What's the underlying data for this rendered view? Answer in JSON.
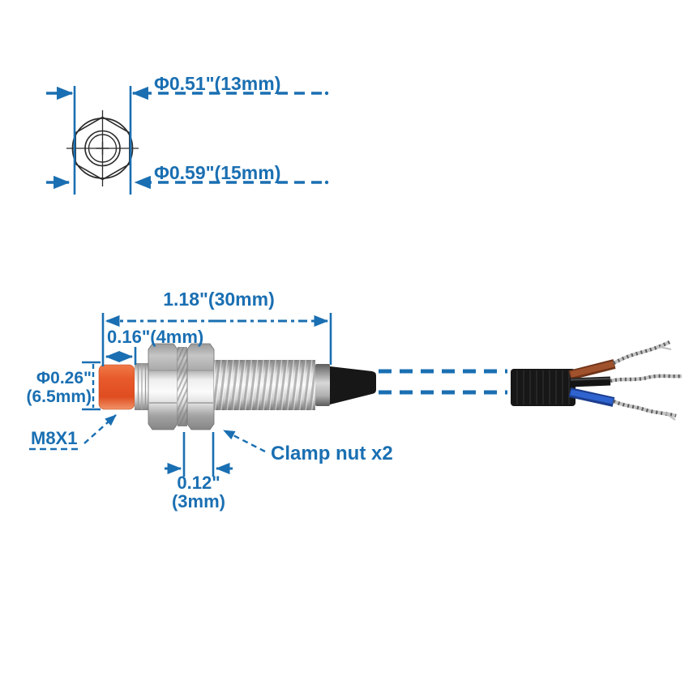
{
  "diagram": {
    "title": "proximity-sensor-dimension-drawing",
    "front_view": {
      "dim_across_flats": "Φ0.51\"(13mm)",
      "dim_outer_diameter": "Φ0.59\"(15mm)"
    },
    "side_view": {
      "dim_body_length": "1.18\"(30mm)",
      "dim_tip_length": "0.16\"(4mm)",
      "dim_tip_diameter_line1": "Φ0.26\"",
      "dim_tip_diameter_line2": "(6.5mm)",
      "thread_spec": "M8X1",
      "clamp_nut_note": "Clamp nut x2",
      "dim_nut_thickness_line1": "0.12\"",
      "dim_nut_thickness_line2": "(3mm)"
    },
    "colors": {
      "annotation_blue": "#1a6fb2",
      "drawing_line": "#2b2b2b",
      "sensor_tip_orange": "#e8552a",
      "metal_silver": "#d9d9d9",
      "cable_black": "#171717",
      "wire_brown": "#a0522d",
      "wire_black": "#2b2b2b",
      "wire_blue": "#2f63cf",
      "bare_strand_silver": "#c4c4c4"
    }
  }
}
